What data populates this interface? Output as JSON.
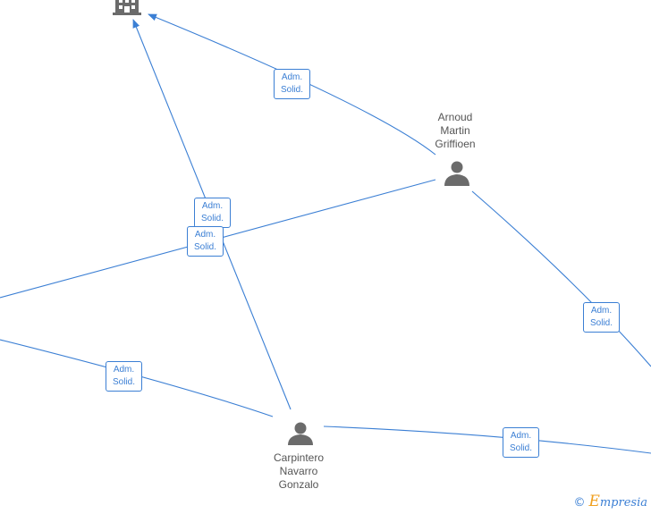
{
  "nodes": {
    "arnoud": {
      "lines": [
        "Arnoud",
        "Martin",
        "Griffioen"
      ],
      "icon": "person-icon"
    },
    "carpintero": {
      "lines": [
        "Carpintero",
        "Navarro",
        "Gonzalo"
      ],
      "icon": "person-icon"
    },
    "company": {
      "icon": "building-icon"
    }
  },
  "edge_label": {
    "line1": "Adm.",
    "line2": "Solid."
  },
  "brand": {
    "copyright": "©",
    "initial": "E",
    "rest": "mpresia"
  },
  "colors": {
    "edge": "#3b7fd4",
    "icon": "#6b6b6b",
    "brand_accent": "#f0a020"
  }
}
